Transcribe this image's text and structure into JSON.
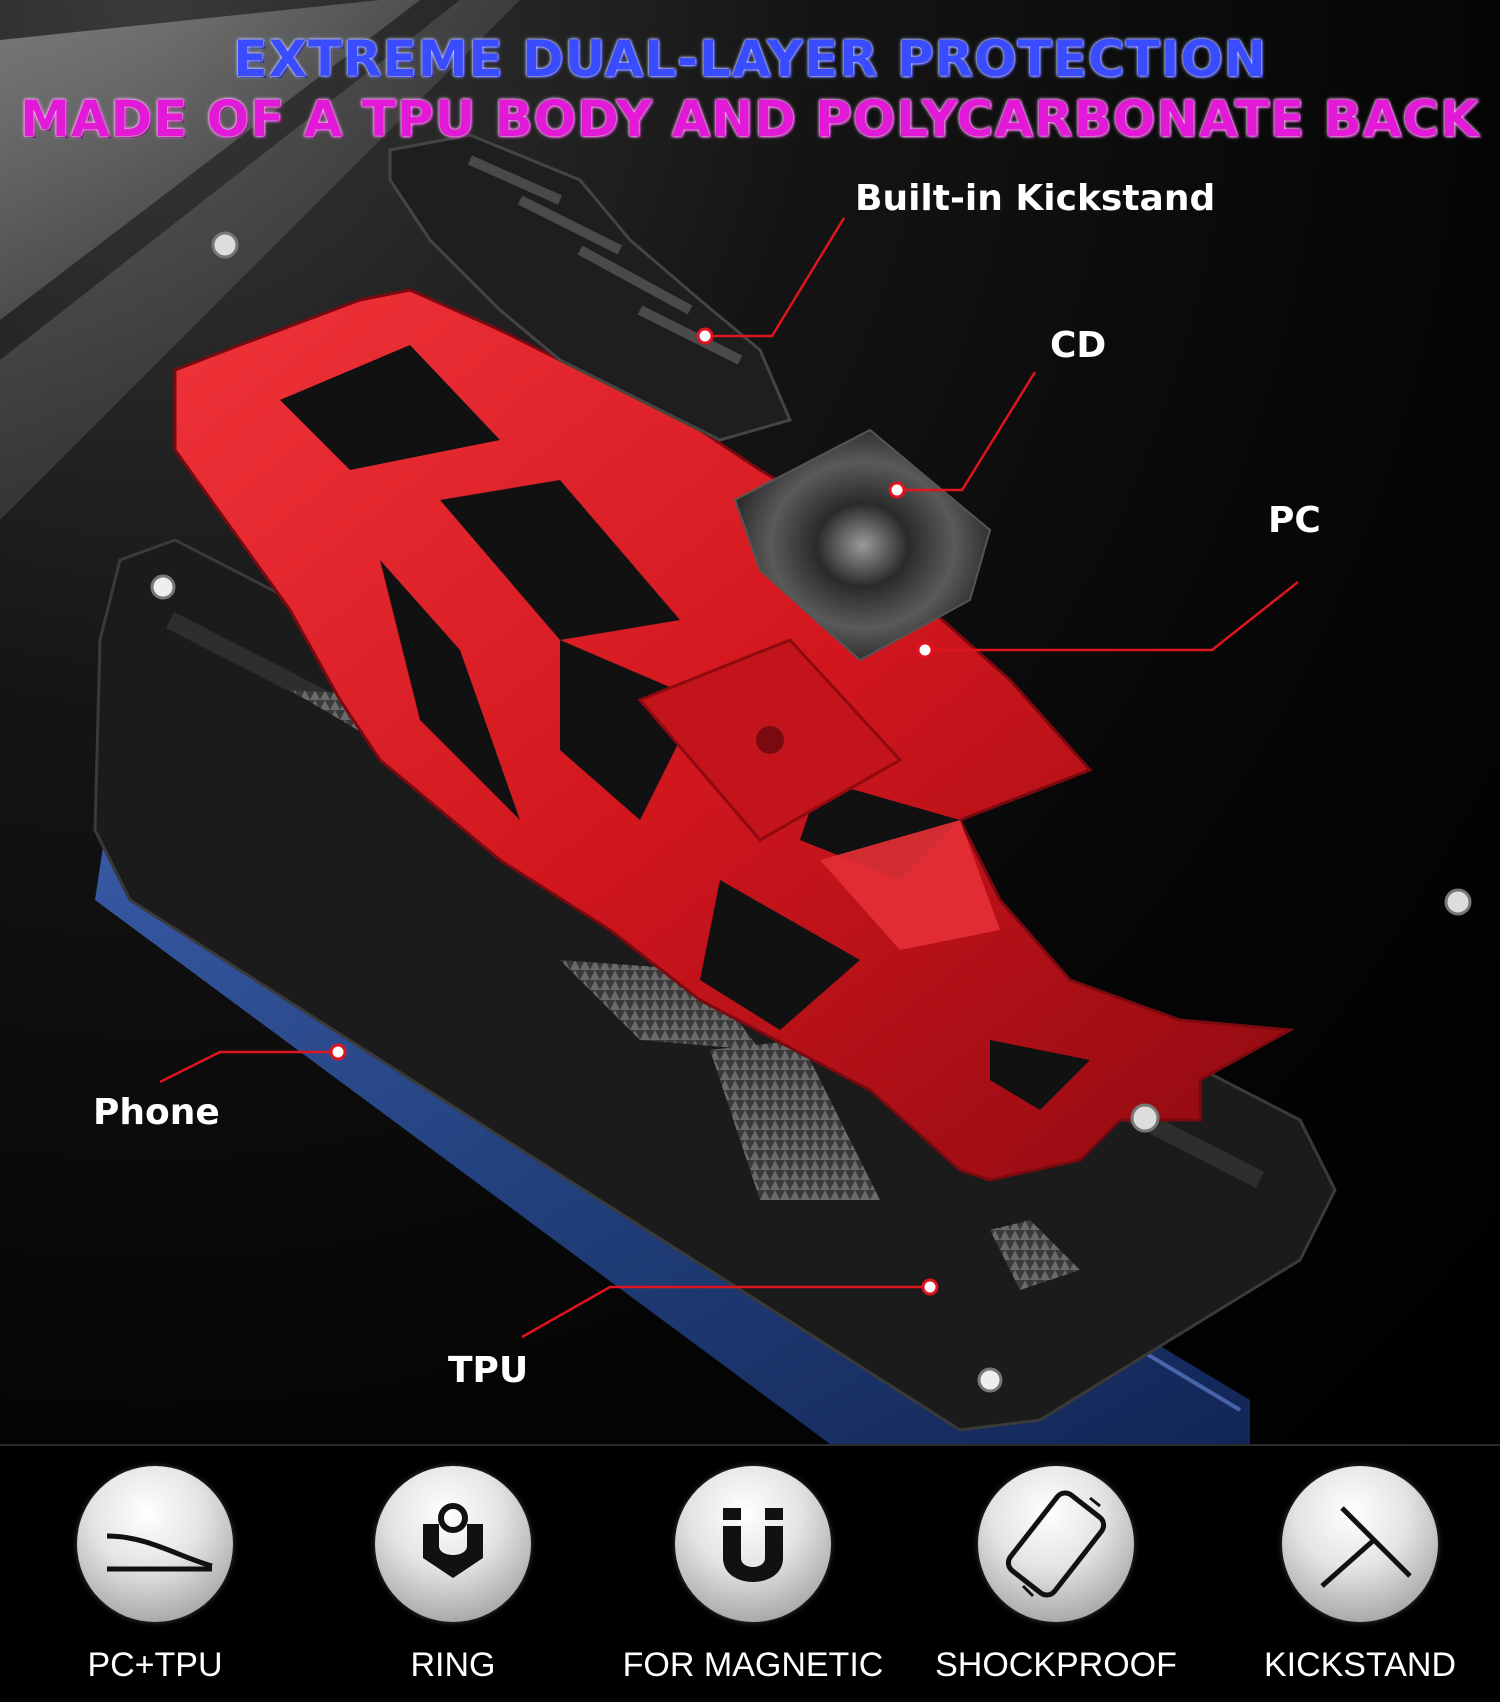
{
  "headline": {
    "line1": "EXTREME DUAL-LAYER PROTECTION",
    "line2": "MADE OF A TPU BODY AND POLYCARBONATE BACK"
  },
  "callouts": {
    "kickstand": "Built-in Kickstand",
    "cd": "CD",
    "pc": "PC",
    "phone": "Phone",
    "tpu": "TPU"
  },
  "features": [
    {
      "label": "PC+TPU",
      "icon": "layers-icon"
    },
    {
      "label": "RING",
      "icon": "ring-icon"
    },
    {
      "label": "FOR MAGNETIC",
      "icon": "magnet-icon"
    },
    {
      "label": "SHOCKPROOF",
      "icon": "shockproof-phone-icon"
    },
    {
      "label": "KICKSTAND",
      "icon": "kickstand-icon"
    }
  ],
  "colors": {
    "callout_line": "#e0141e",
    "case_red": "#d81c24",
    "case_black": "#1b1b1b",
    "phone_blue": "#2c4a8a"
  }
}
